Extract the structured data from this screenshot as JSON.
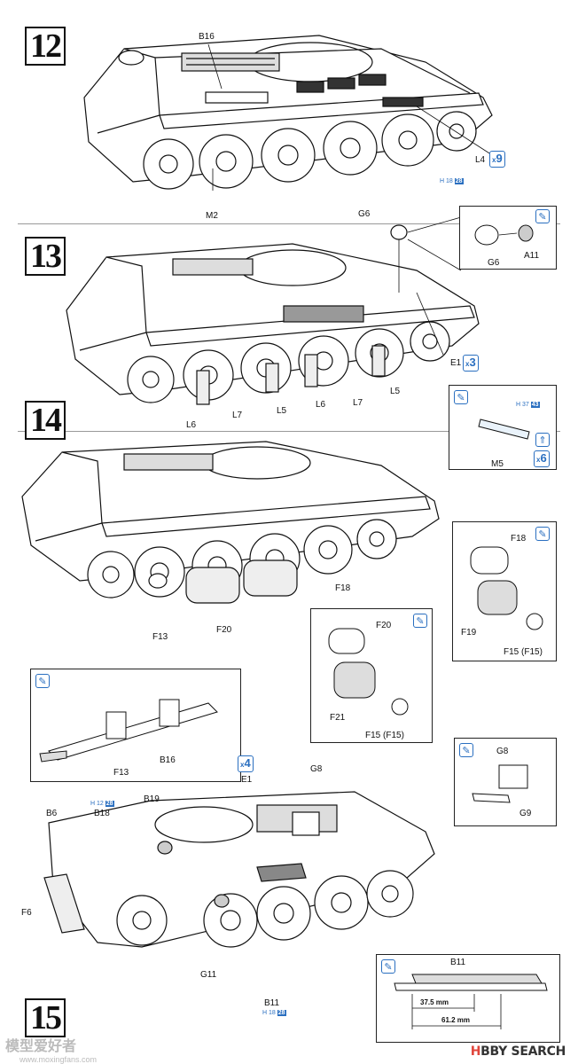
{
  "steps": [
    "12",
    "13",
    "14",
    "15"
  ],
  "step12": {
    "labels": [
      "B16",
      "L4",
      "M2"
    ],
    "qty": "9",
    "paint": {
      "prefix": "H",
      "num1": "18",
      "num2": "28"
    }
  },
  "step13": {
    "labels": [
      "G6",
      "G6",
      "A11",
      "E1",
      "L6",
      "L7",
      "L5",
      "L6",
      "L7",
      "L5"
    ],
    "qty": "3"
  },
  "step14": {
    "labels": [
      "M5",
      "F13",
      "F20",
      "F18",
      "F18",
      "F19",
      "F15 (F15)",
      "F20",
      "F21",
      "F15 (F15)",
      "F13",
      "B16"
    ],
    "qty": "6",
    "paint": {
      "prefix": "H",
      "num1": "37",
      "num2": "43"
    }
  },
  "step15": {
    "labels": [
      "E1",
      "G8",
      "B19",
      "B18",
      "B6",
      "F6",
      "G11",
      "B11",
      "G8",
      "G9",
      "B11"
    ],
    "qty": "4",
    "paint_b18": {
      "prefix": "H",
      "num1": "12",
      "num2": "28"
    },
    "paint_b11": {
      "prefix": "H",
      "num1": "18",
      "num2": "28"
    },
    "dims": [
      "37.5 mm",
      "61.2 mm"
    ]
  },
  "footer": {
    "brand_prefix": "H",
    "brand_main": "BBY SEARCH",
    "watermark": "模型爱好者",
    "watermark_url": "www.moxingfans.com"
  },
  "colors": {
    "accent": "#2a6fc0",
    "ink": "#111111"
  }
}
